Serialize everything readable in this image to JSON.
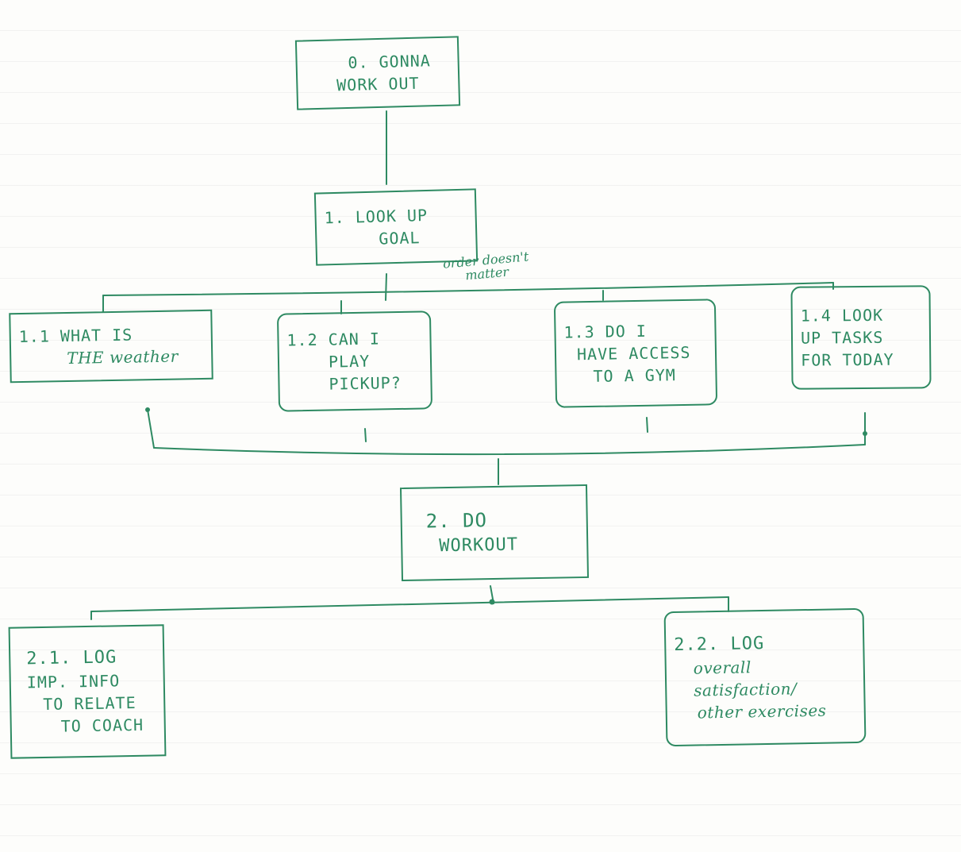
{
  "nodes": {
    "root": {
      "lines": [
        "0. GONNA",
        "WORK OUT"
      ]
    },
    "look_up_goal": {
      "lines": [
        "1. LOOK UP",
        "GOAL"
      ]
    },
    "weather": {
      "lines": [
        "1.1 WHAT IS",
        "THE weather"
      ]
    },
    "pickup": {
      "lines": [
        "1.2 CAN I",
        "PLAY",
        "PICKUP?"
      ]
    },
    "gym": {
      "lines": [
        "1.3 DO I",
        "HAVE ACCESS",
        "TO A GYM"
      ]
    },
    "tasks": {
      "lines": [
        "1.4 LOOK",
        "UP TASKS",
        "FOR TODAY"
      ]
    },
    "do_workout": {
      "lines": [
        "2. DO",
        "WORKOUT"
      ]
    },
    "log_info": {
      "lines": [
        "2.1. LOG",
        "IMP. INFO",
        "TO RELATE",
        "TO COACH"
      ]
    },
    "log_satisfaction": {
      "lines": [
        "2.2. LOG",
        "overall",
        "satisfaction/",
        "other exercises"
      ]
    }
  },
  "annotation": {
    "lines": [
      "order doesn't",
      "matter"
    ]
  },
  "colors": {
    "ink": "#2e8a62",
    "paper": "#fdfdfb"
  }
}
